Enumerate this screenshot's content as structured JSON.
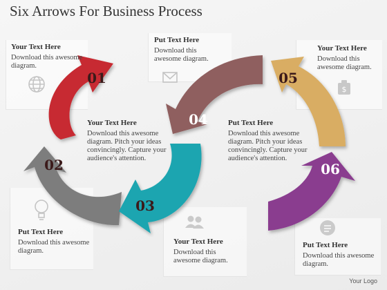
{
  "title": "Six Arrows For Business Process",
  "footer_logo": "Your Logo",
  "colors": {
    "arrow_1": "#c72a30",
    "arrow_2": "#7d7d7d",
    "arrow_3": "#1aa5b0",
    "arrow_4": "#8f5f5e",
    "arrow_5": "#d9ad63",
    "arrow_6": "#8a3c8f",
    "number_dark": "#3b1a1a",
    "number_light": "#ffffff"
  },
  "steps": [
    {
      "number": "01",
      "heading": "Your Text Here",
      "body": "Download this awesome diagram.",
      "icon": "globe-icon"
    },
    {
      "number": "02",
      "heading": "Put Text Here",
      "body": "Download this awesome diagram.",
      "icon": "lightbulb-icon"
    },
    {
      "number": "03",
      "heading": "Your Text Here",
      "body": "Download this awesome diagram.",
      "icon": "users-icon"
    },
    {
      "number": "04",
      "heading": "Put Text Here",
      "body": "Download this awesome diagram.",
      "icon": "envelope-icon"
    },
    {
      "number": "05",
      "heading": "Your Text Here",
      "body": "Download this awesome diagram.",
      "icon": "money-bag-icon"
    },
    {
      "number": "06",
      "heading": "Put Text Here",
      "body": "Download this awesome diagram.",
      "icon": "speech-bubble-icon"
    }
  ],
  "center_left": {
    "heading": "Your Text Here",
    "body": "Download this awesome diagram. Pitch your ideas convincingly. Capture your audience's attention."
  },
  "center_right": {
    "heading": "Put Text Here",
    "body": "Download this awesome diagram. Pitch your ideas convincingly. Capture your audience's attention."
  }
}
